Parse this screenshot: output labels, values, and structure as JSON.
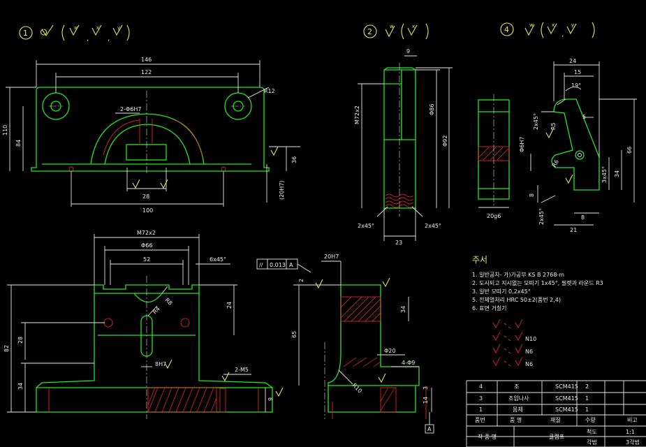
{
  "views": {
    "v1": {
      "num": "1"
    },
    "v2": {
      "num": "2"
    },
    "v4": {
      "num": "4"
    }
  },
  "dims": {
    "d146": "146",
    "d122": "122",
    "r12": "R12",
    "d110": "110",
    "d84": "84",
    "h2phi6": "2-Φ6H7",
    "d28a": "28",
    "d100": "100",
    "d36": "36",
    "d20h7v": "(20H7)",
    "m72a": "M72x2",
    "phi86": "Φ86",
    "phi92": "Φ92",
    "d9a": "9",
    "cham1": "2x45°",
    "cham2": "2x45°",
    "d23": "23",
    "d24a": "24",
    "d15": "15",
    "a19": "19°",
    "r5": "R5",
    "d5": "5",
    "r6": "R6",
    "phi6h7": "Φ6H7",
    "cham3": "2x45°",
    "cham4": "3x45°",
    "d66": "66",
    "d34a": "34",
    "d8a": "8",
    "d8b": "8",
    "d20g6": "20g6",
    "cham5": "2x45°",
    "d21": "21",
    "m72b": "M72x2",
    "phi66": "Φ66",
    "d52": "52",
    "cham6": "6x45°",
    "r8": "R8",
    "r4": "R4",
    "d24b": "24",
    "d82": "82",
    "d28b": "28",
    "d34b": "34",
    "h8h7": "8H7",
    "m5": "2-M5",
    "d9b": "9",
    "tol_sym": "//",
    "tol_val": "0.013",
    "tol_ref": "A",
    "d20h7": "20H7",
    "d2": "2",
    "d65": "65",
    "d34c": "34",
    "phi20": "Φ20",
    "h4phi9": "4-Φ9",
    "r10": "R10",
    "d14": "14",
    "d3": "3",
    "datum": "A"
  },
  "notes": {
    "title": "주서",
    "lines": [
      "1. 일반공차- 가)가공부 KS B 2768-m",
      "2. 도시되고 지시없는 모따기 1x45°, 필렛과 라운드 R3",
      "3. 일반 모따기 0.2x45°",
      "5. 전체열처리 HRC 50±2(품번 2,4)",
      "6. 표면 거칠기"
    ],
    "finish": [
      "N10",
      "N6",
      "N6"
    ]
  },
  "bom": {
    "rows": [
      {
        "no": "4",
        "name": "조",
        "mat": "SCM415",
        "qty": "2",
        "rem": ""
      },
      {
        "no": "3",
        "name": "조임나사",
        "mat": "SCM415",
        "qty": "1",
        "rem": ""
      },
      {
        "no": "1",
        "name": "몸체",
        "mat": "SCM415",
        "qty": "1",
        "rem": ""
      }
    ],
    "header": {
      "no": "품번",
      "name": "품    명",
      "mat": "재질",
      "qty": "수량",
      "rem": "비고"
    },
    "title_label": "작 품 명",
    "title_value": "클램프",
    "scale_label": "척도",
    "scale_value": "1:1",
    "proj_label": "각법",
    "proj_value": "3각법"
  }
}
